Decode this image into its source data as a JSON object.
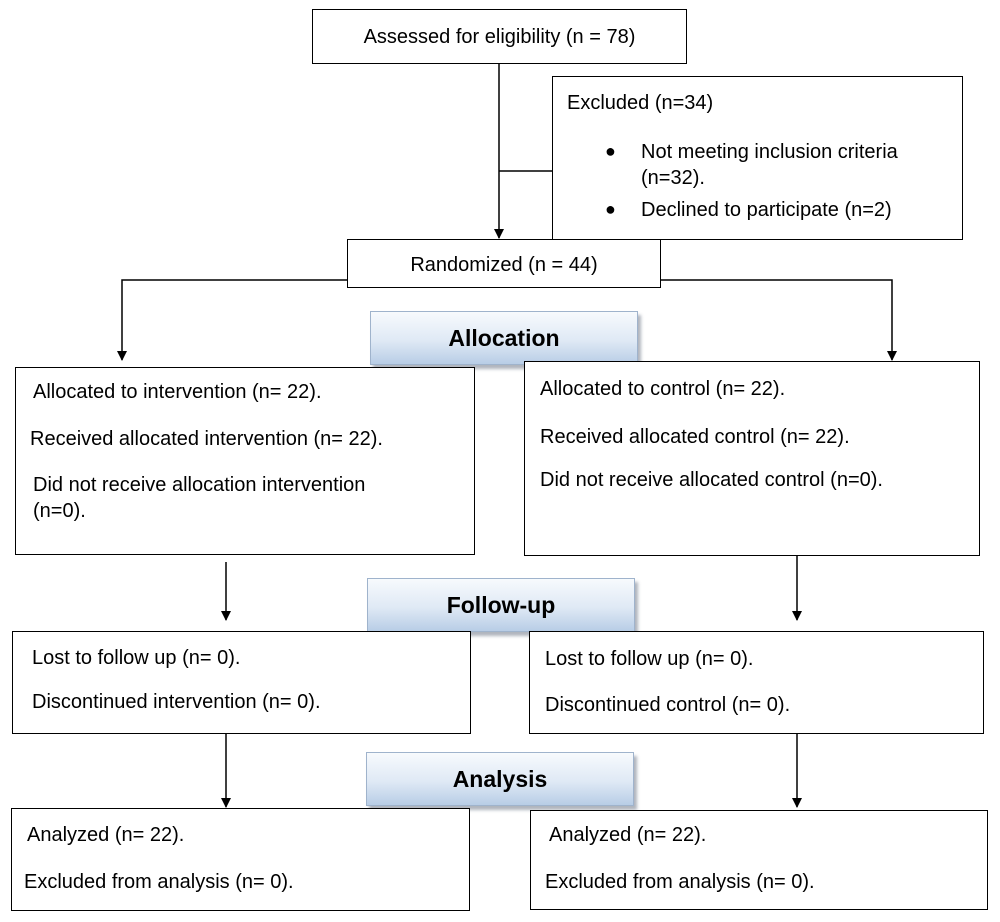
{
  "enrollment": {
    "assessed": "Assessed for eligibility (n = 78)",
    "excluded": {
      "title": "Excluded (n=34)",
      "items": [
        {
          "line1": "Not meeting inclusion criteria",
          "line2": "(n=32)."
        },
        {
          "line1": "Declined to participate (n=2)"
        }
      ]
    },
    "randomized": "Randomized (n = 44)"
  },
  "phases": {
    "allocation": "Allocation",
    "followup": "Follow-up",
    "analysis": "Analysis"
  },
  "intervention": {
    "allocation": [
      "Allocated to intervention (n= 22).",
      "Received allocated intervention (n= 22).",
      "Did not receive allocation intervention",
      "(n=0)."
    ],
    "followup": [
      "Lost to follow up (n= 0).",
      "Discontinued intervention (n= 0)."
    ],
    "analysis": [
      "Analyzed (n= 22).",
      "Excluded from analysis (n= 0)."
    ]
  },
  "control": {
    "allocation": [
      "Allocated to control (n= 22).",
      "Received allocated control (n= 22).",
      "Did not receive allocated control (n=0)."
    ],
    "followup": [
      "Lost to follow up (n= 0).",
      "Discontinued control (n= 0)."
    ],
    "analysis": [
      "Analyzed (n= 22).",
      "Excluded from analysis (n= 0)."
    ]
  }
}
